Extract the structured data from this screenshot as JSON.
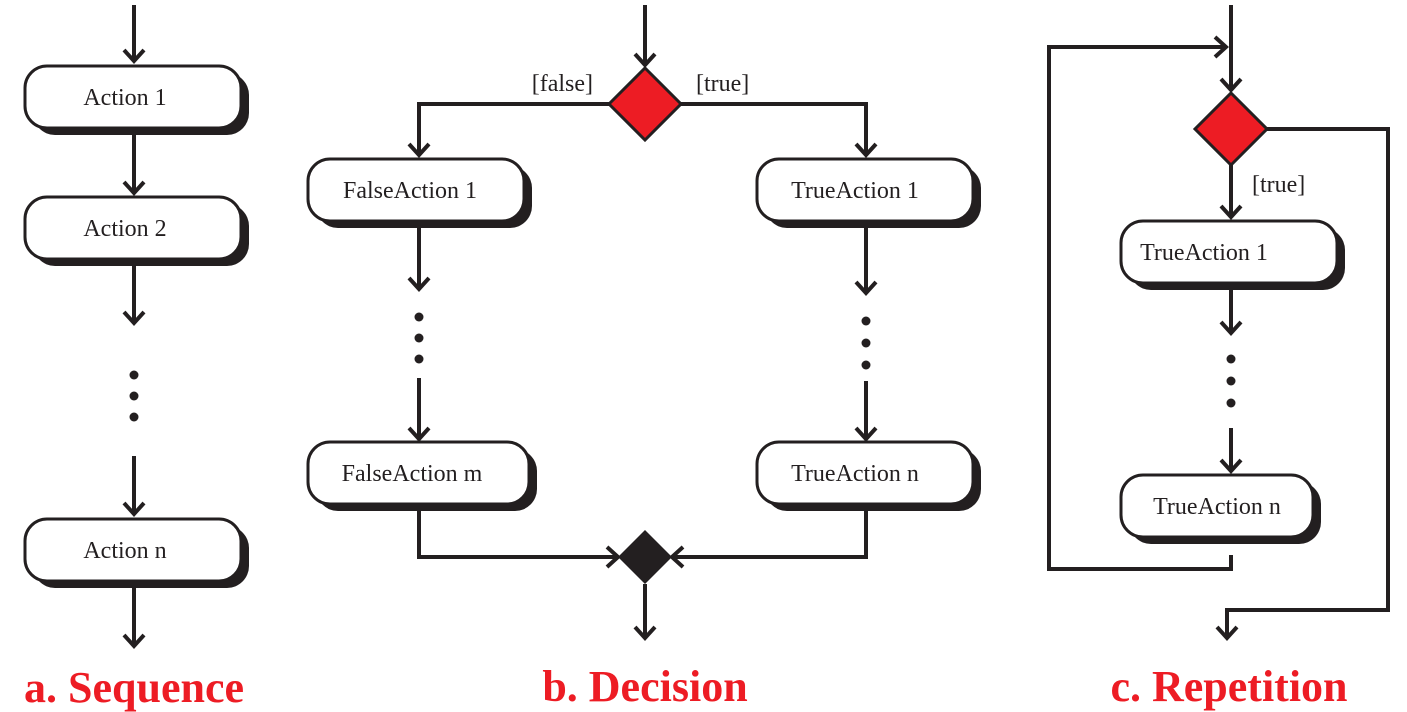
{
  "colors": {
    "decision_fill": "#ed1c24",
    "caption": "#ed1c24",
    "stroke": "#231f20"
  },
  "sequence": {
    "action1": "Action 1",
    "action2": "Action 2",
    "actionn": "Action n",
    "caption": "a. Sequence"
  },
  "decision": {
    "false_guard": "[false]",
    "true_guard": "[true]",
    "false_action1": "FalseAction 1",
    "false_actionm": "FalseAction m",
    "true_action1": "TrueAction 1",
    "true_actionn": "TrueAction n",
    "caption": "b. Decision"
  },
  "repetition": {
    "true_guard": "[true]",
    "true_action1": "TrueAction 1",
    "true_actionn": "TrueAction n",
    "caption": "c. Repetition"
  }
}
